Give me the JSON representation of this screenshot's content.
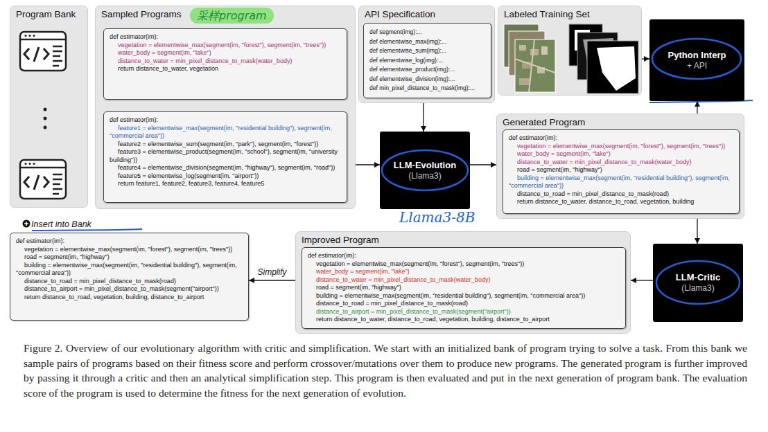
{
  "diagram": {
    "caption": "Figure 2. Overview of our evolutionary algorithm with critic and simplification. We start with an initialized bank of program trying to solve a task. From this bank we sample pairs of programs based on their fitness score and perform crossover/mutations over them to produce new programs. The generated program is further improved by passing it through a critic and then an analytical simplification step. This program is then evaluated and put in the next generation of program bank. The evaluation score of the program is used to determine the fitness for the next generation of evolution.",
    "nodes": [
      {
        "text": [
          "Program Bank"
        ]
      },
      {
        "text": [
          "Sampled Programs"
        ]
      },
      {
        "text": [
          "def estimator(im):",
          "vegetation = elementwise_max(segment(im, \"forest\"), segment(im, \"trees\"))",
          "water_body = segment(im, \"lake\")",
          "distance_to_water = min_pixel_distance_to_mask(water_body)",
          "return distance_to_water, vegetation"
        ],
        "in": 1
      },
      {
        "text": [
          "def estimator(im):",
          "feature1 = elementwise_max(segment(im, \"residential building\"), segment(im, \"commercial area\"))",
          "feature2 = elementwise_sum(segment(im, \"park\"), segment(im, \"forest\"))",
          "feature3 = elementwise_product(segment(im, \"school\"), segment(im, \"university building\"))",
          "feature4 = elementwise_division(segment(im, \"highway\"), segment(im, \"road\"))",
          "feature5 = elementwise_log(segment(im, \"airport\"))",
          "return feature1, feature2, feature3, feature4, feature5"
        ],
        "in": 1
      },
      {
        "text": [
          "API Specification"
        ]
      },
      {
        "text": [
          "def segment(img):...",
          "def elementwise_max(img):...",
          "def elementwise_sum(img):...",
          "def elementwise_log(img):...",
          "def elementwise_product(img):...",
          "def elementwise_division(img):...",
          "def min_pixel_distance_to_mask(img):..."
        ],
        "in": 4
      },
      {
        "text": [
          "Labeled Training Set"
        ]
      },
      {
        "text": [
          "Python Interp",
          "+ API"
        ]
      },
      {
        "text": [
          "LLM-Evolution",
          "(Llama3)"
        ]
      },
      {
        "text": [
          "Generated Program"
        ]
      },
      {
        "text": [
          "def estimator(im):",
          "vegetation = elementwise_max(segment(im, \"forest\"), segment(im, \"trees\"))",
          "water_body = segment(im, \"lake\")",
          "distance_to_water = min_pixel_distance_to_mask(water_body)",
          "road = segment(im, \"highway\")",
          "building = elementwise_max(segment(im, \"residential building\"), segment(im, \"commercial area\"))",
          "distance_to_road = min_pixel_distance_to_mask(road)",
          "return distance_to_water, distance_to_road, vegetation, building"
        ],
        "in": 9
      },
      {
        "text": [
          "LLM-Critic",
          "(Llama3)"
        ]
      },
      {
        "text": [
          "Improved Program"
        ]
      },
      {
        "text": [
          "def estimator(im):",
          "vegetation = elementwise_max(segment(im, \"forest\"), segment(im, \"trees\"))",
          "water_body = segment(im, \"lake\")",
          "distance_to_water = min_pixel_distance_to_mask(water_body)",
          "road = segment(im, \"highway\")",
          "building = elementwise_max(segment(im, \"residential building\"), segment(im, \"commercial area\"))",
          "distance_to_road = min_pixel_distance_to_mask(road)",
          "distance_to_airport = min_pixel_distance_to_mask(segment(\"airport\"))",
          "return distance_to_water, distance_to_road, vegetation, building, distance_to_airport"
        ],
        "in": 12
      },
      {
        "text": [
          "Insert into Bank",
          "def estimator(im):",
          "vegetation = elementwise_max(segment(im, \"forest\"), segment(im, \"trees\"))",
          "road = segment(im, \"highway\")",
          "building = elementwise_max(segment(im, \"residential building\"), segment(im, \"commercial area\"))",
          "distance_to_road = min_pixel_distance_to_mask(road)",
          "distance_to_airport = min_pixel_distance_to_mask(segment(\"airport\"))",
          "return distance_to_road, vegetation, building, distance_to_airport"
        ]
      }
    ],
    "edges": [
      {
        "from": 1,
        "to": 8,
        "arrow": "to"
      },
      {
        "from": 4,
        "to": 8,
        "arrow": "to"
      },
      {
        "from": 8,
        "to": 9,
        "arrow": "to"
      },
      {
        "from": 6,
        "to": 7,
        "arrow": "to"
      },
      {
        "from": 9,
        "to": 7,
        "arrow": "to"
      },
      {
        "from": 9,
        "to": 11,
        "arrow": "to"
      },
      {
        "from": 11,
        "to": 12,
        "arrow": "to"
      },
      {
        "from": 12,
        "to": 14,
        "label": "Simplify",
        "arrow": "to"
      }
    ],
    "labels": [
      "采样program",
      "Llama3-8B"
    ]
  }
}
